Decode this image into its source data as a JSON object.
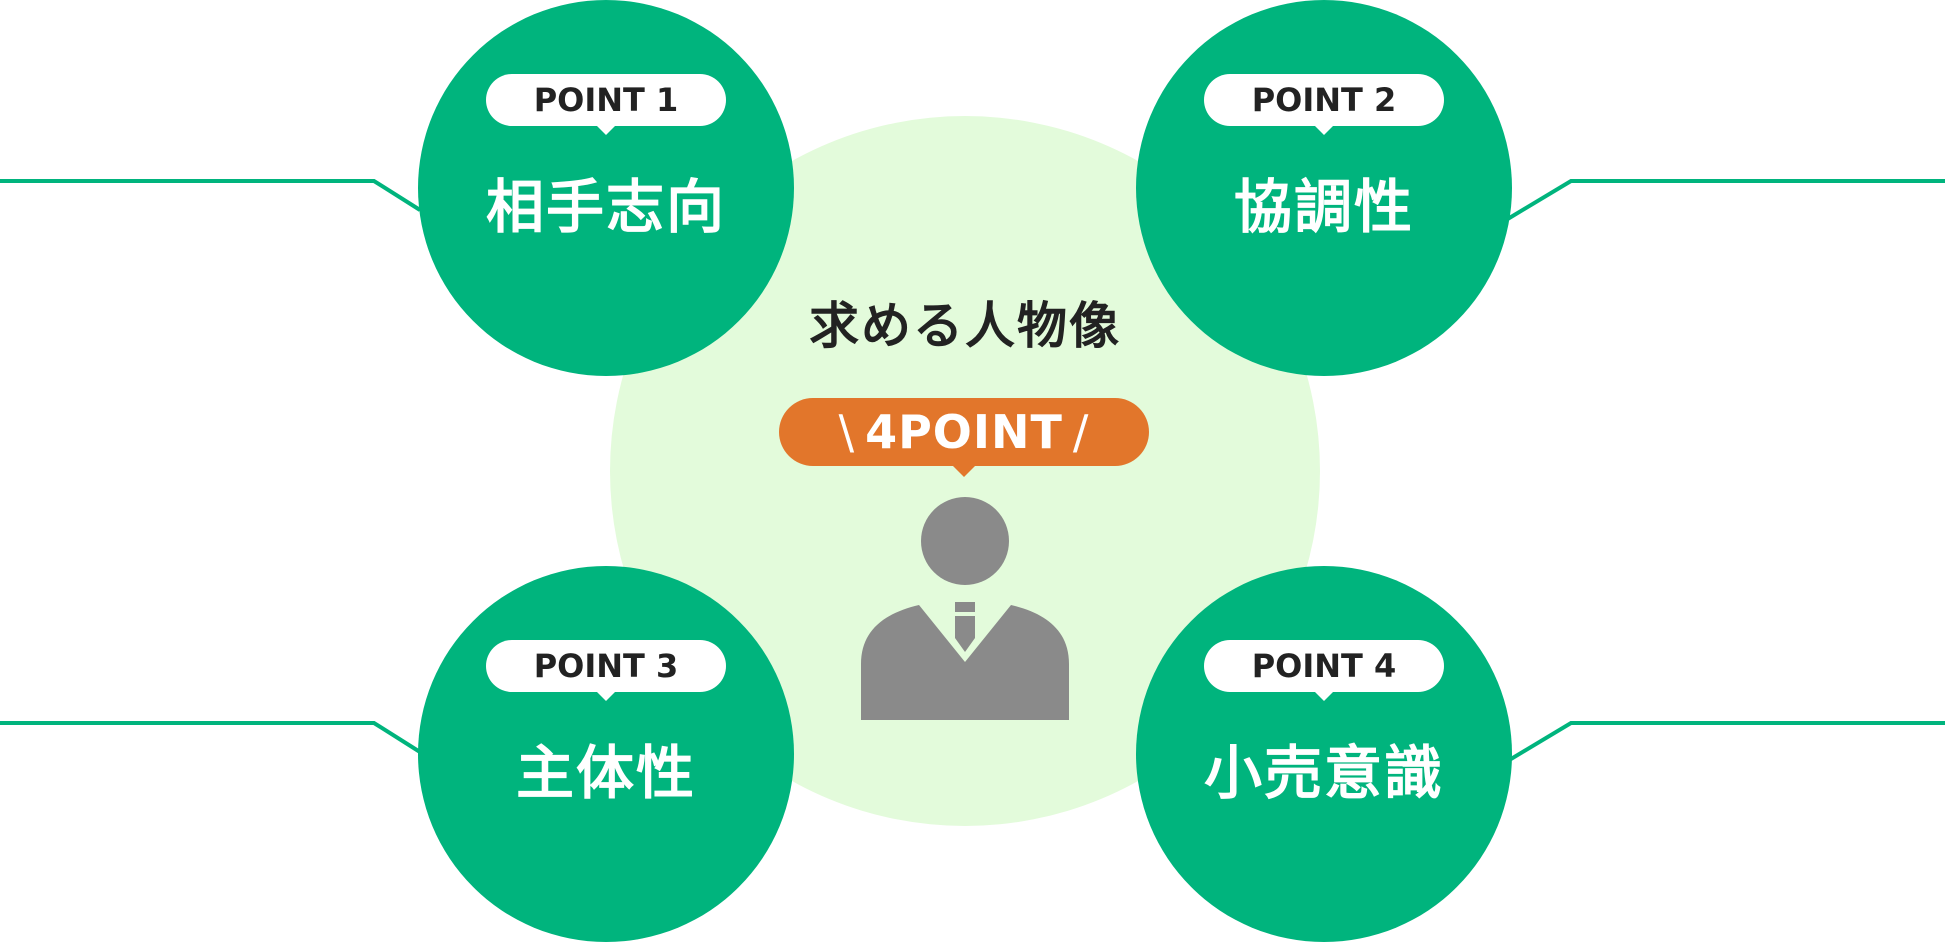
{
  "colors": {
    "green": "#00b47d",
    "light_green": "#e3fbdb",
    "orange": "#e2762b",
    "gray": "#8a8a8a",
    "text_dark": "#222222",
    "white": "#ffffff"
  },
  "center": {
    "title": "求める人物像",
    "badge_slash_left": "\\",
    "badge_text": "4POINT",
    "badge_slash_right": "/",
    "person_icon": "businessperson-icon"
  },
  "points": [
    {
      "badge": "POINT 1",
      "label": "相手志向"
    },
    {
      "badge": "POINT 2",
      "label": "協調性"
    },
    {
      "badge": "POINT 3",
      "label": "主体性"
    },
    {
      "badge": "POINT 4",
      "label": "小売意識"
    }
  ]
}
